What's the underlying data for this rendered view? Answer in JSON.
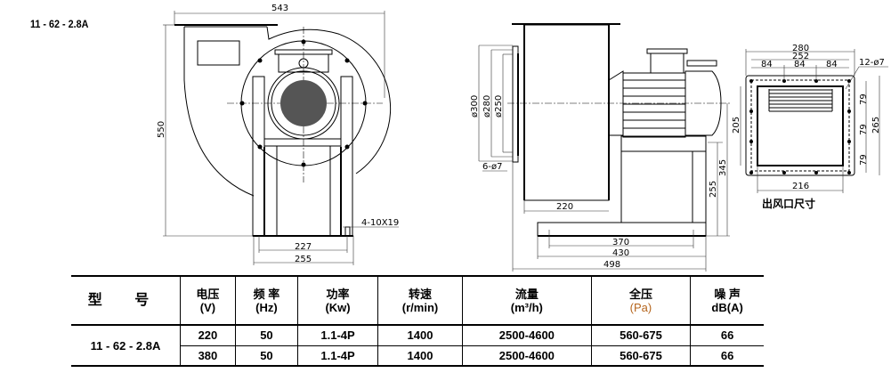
{
  "model_title": "11 - 62 - 2.8A",
  "front_view": {
    "width_dim": "543",
    "height_dim": "550",
    "hole_note": "4-10X19",
    "base_inner_dim": "227",
    "base_outer_dim": "255"
  },
  "side_view": {
    "dia_outer": "ø300",
    "dia_mid": "ø280",
    "dia_inner": "ø250",
    "hole_note": "6-ø7",
    "housing_width": "220",
    "base_370": "370",
    "base_430": "430",
    "overall_498": "498",
    "height_255": "255",
    "height_345": "345"
  },
  "outlet_view": {
    "width_280": "280",
    "width_252": "252",
    "pitch_84": [
      "84",
      "84",
      "84"
    ],
    "hole_note": "12-ø7",
    "height_205": "205",
    "pitch_79": [
      "79",
      "79",
      "79"
    ],
    "height_265": "265",
    "width_216": "216",
    "caption": "出风口尺寸"
  },
  "table": {
    "headers": [
      {
        "line1": "型 号",
        "line2": ""
      },
      {
        "line1": "电压",
        "line2": "(V)"
      },
      {
        "line1": "频 率",
        "line2": "(Hz)"
      },
      {
        "line1": "功率",
        "line2": "(Kw)"
      },
      {
        "line1": "转速",
        "line2": "(r/min)"
      },
      {
        "line1": "流量",
        "line2": "(m³/h)"
      },
      {
        "line1": "全压",
        "line2": "(Pa)"
      },
      {
        "line1": "噪 声",
        "line2": "dB(A)"
      }
    ],
    "model": "11 - 62 - 2.8A",
    "rows": [
      [
        "220",
        "50",
        "1.1-4P",
        "1400",
        "2500-4600",
        "560-675",
        "66"
      ],
      [
        "380",
        "50",
        "1.1-4P",
        "1400",
        "2500-4600",
        "560-675",
        "66"
      ]
    ]
  }
}
